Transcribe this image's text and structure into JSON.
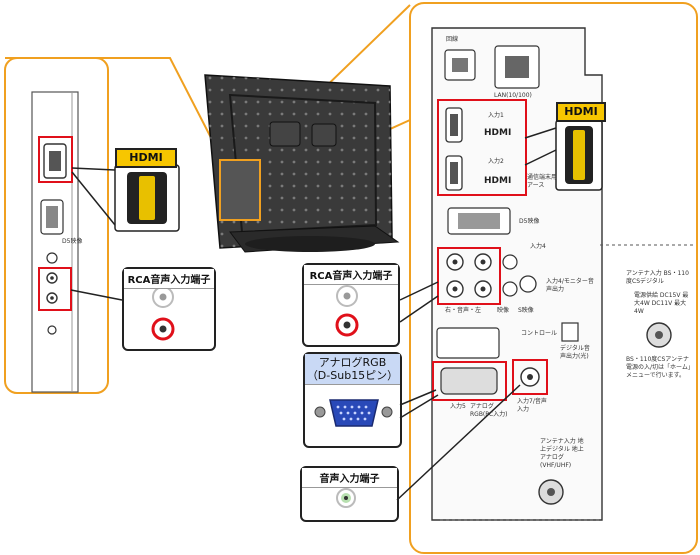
{
  "badges": {
    "hdmi": "HDMI"
  },
  "callouts": {
    "rca_left": "RCA音声入力端子",
    "rca_right": "RCA音声入力端子",
    "analog_rgb_line1": "アナログRGB",
    "analog_rgb_line2": "（D-Sub15ピン）",
    "audio_input": "音声入力端子"
  },
  "panel_labels": {
    "antenna_top": "回線",
    "lan": "LAN(10/100)",
    "input1": "入力1",
    "input2": "入力2",
    "hdmi_logo": "HDMI",
    "comm_ground": "通信端末用アース",
    "d5": "D5映像",
    "input4": "入力4",
    "monitor_out": "入力4/モニター音声出力",
    "rca_lr": "右・音声・左",
    "video": "映像",
    "s_video": "S映像",
    "control": "コントロール",
    "digital_audio": "デジタル音声出力(光)",
    "input5": "入力5",
    "analog_rgb": "アナログRGB(PC入力)",
    "input7": "入力7/音声入力",
    "antenna_bs": "アンテナ入力 BS・110度CSデジタル",
    "antenna_power": "電源供給 DC15V 最大4W DC11V 最大4W",
    "antenna_terr": "アンテナ入力 地上デジタル 地上アナログ (VHF/UHF)",
    "left_d5": "D5映像",
    "notice": "BS・110度CSアンテナ電源の入/切は「ホーム」メニューで行います。"
  },
  "colors": {
    "accent_orange": "#f0a020",
    "highlight_red": "#e0101a",
    "badge_yellow": "#f7c600"
  }
}
